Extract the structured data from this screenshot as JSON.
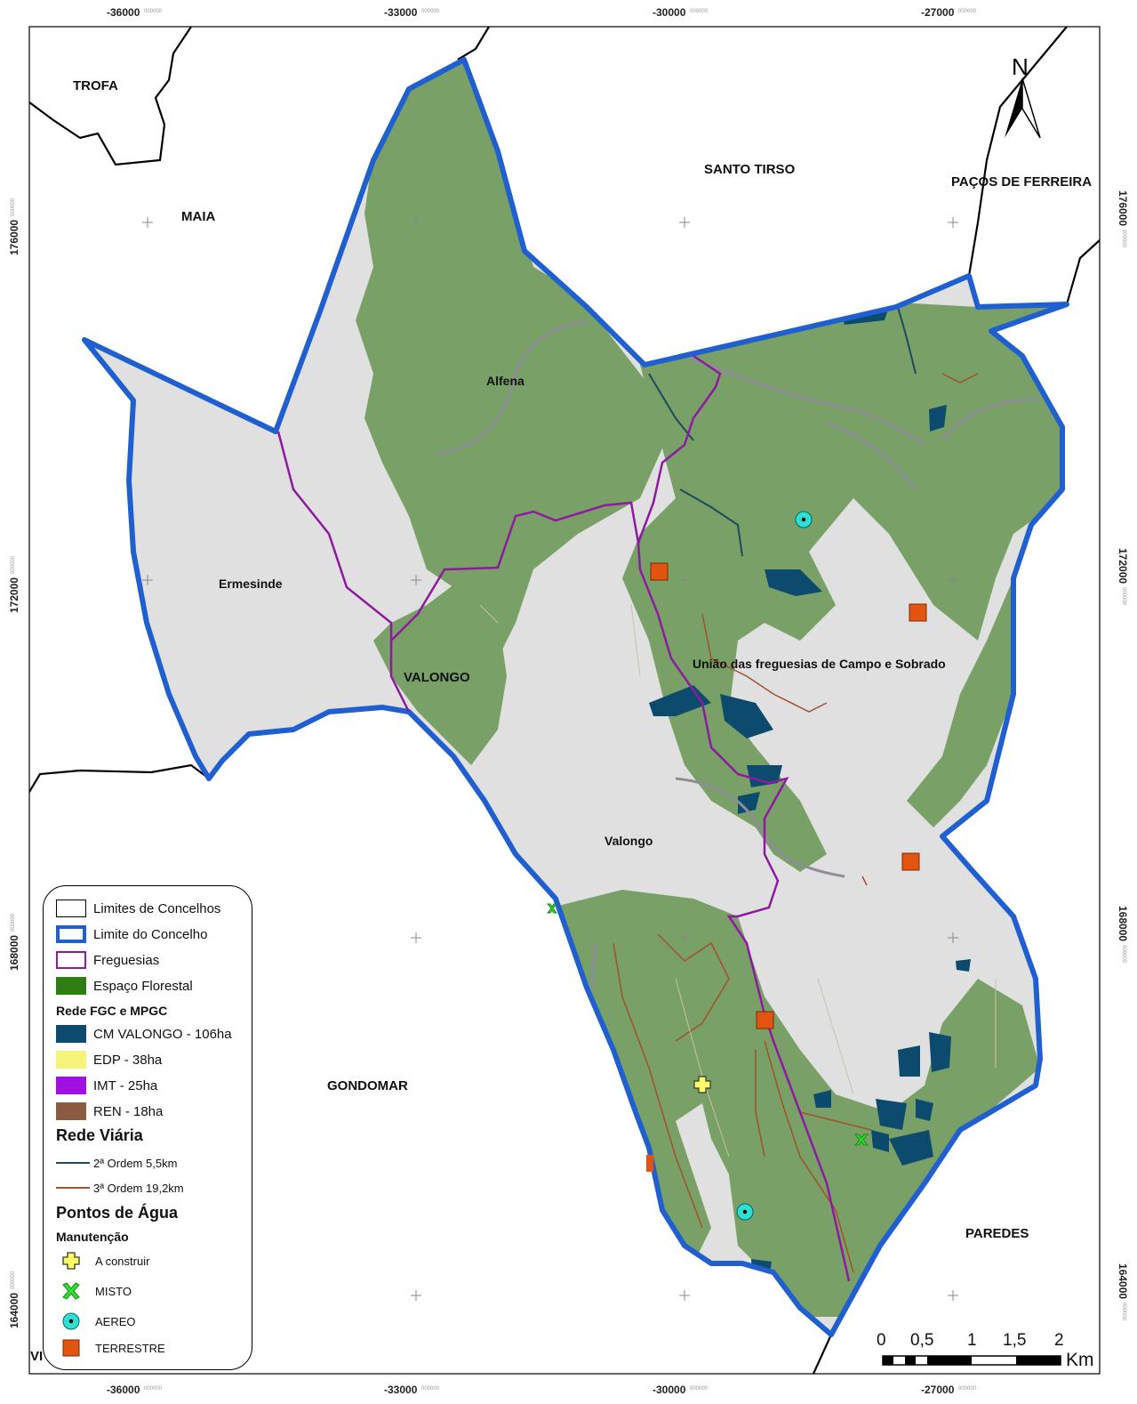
{
  "grid": {
    "x_labels": [
      "-36000",
      "-33000",
      "-30000",
      "-27000"
    ],
    "x_suffix": "000000",
    "y_labels": [
      "176000",
      "172000",
      "168000",
      "164000"
    ],
    "y_suffix": "000000"
  },
  "places": {
    "trofa": "TROFA",
    "maia": "MAIA",
    "santo_tirso": "SANTO TIRSO",
    "pacos_de_ferreira": "PAÇOS DE FERREIRA",
    "gondomar": "GONDOMAR",
    "paredes": "PAREDES",
    "vila": "VI",
    "valongo_municipality": "VALONGO"
  },
  "parishes": {
    "alfena": "Alfena",
    "ermesinde": "Ermesinde",
    "valongo": "Valongo",
    "campo_sobrado": "União das freguesias de Campo e Sobrado"
  },
  "north_arrow": {
    "label": "N"
  },
  "scale_bar": {
    "ticks": [
      "0",
      "0,5",
      "1",
      "1,5",
      "2"
    ],
    "unit": "Km"
  },
  "legend": {
    "items": [
      {
        "label": "Limites de Concelhos"
      },
      {
        "label": "Limite do Concelho"
      },
      {
        "label": "Freguesias"
      },
      {
        "label": "Espaço Florestal"
      }
    ],
    "fgc_title": "Rede FGC e MPGC",
    "fgc_items": [
      {
        "label": "CM VALONGO - 106ha"
      },
      {
        "label": "EDP - 38ha"
      },
      {
        "label": "IMT - 25ha"
      },
      {
        "label": "REN - 18ha"
      }
    ],
    "road_title": "Rede Viária",
    "road_items": [
      {
        "label": "2ª Ordem 5,5km"
      },
      {
        "label": "3ª Ordem 19,2km"
      }
    ],
    "water_title": "Pontos de Água",
    "maintenance_title": "Manutenção",
    "water_items": [
      {
        "label": "A construir"
      },
      {
        "label": "MISTO"
      },
      {
        "label": "AEREO"
      },
      {
        "label": "TERRESTRE"
      }
    ]
  },
  "colors": {
    "forest": "#79a066",
    "land": "#e0e0e0",
    "boundary": "#1f5fd0",
    "parish": "#8e1aa0",
    "cm_valongo": "#0d4b6e",
    "edp": "#f5f57a",
    "imt": "#a010e0",
    "ren": "#8b5a43",
    "road_2": "#1d4a5e",
    "road_3": "#a0522d",
    "terrestre": "#e2540f",
    "aereo": "#2de0cf",
    "misto": "#2ee02e",
    "construir": "#ffff66"
  }
}
